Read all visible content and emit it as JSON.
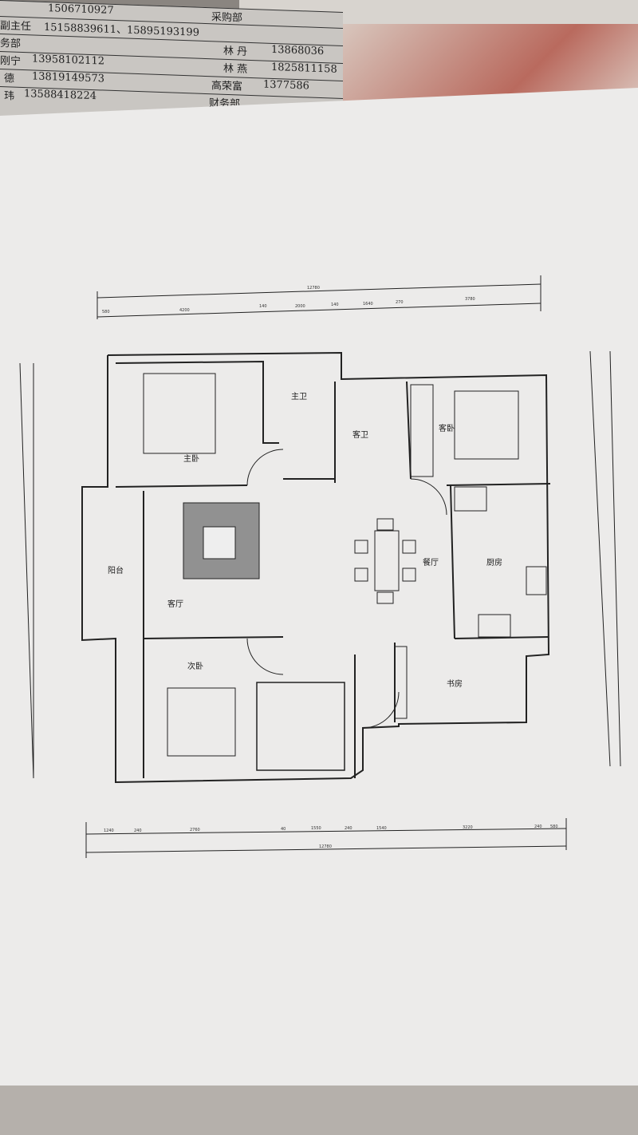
{
  "phone_list": {
    "rows": [
      {
        "name": "",
        "phone": "1506710927",
        "dept": "采购部",
        "name2": "",
        "phone2": ""
      },
      {
        "name": "副主任",
        "phone": "15158839611、15895193199",
        "dept": "",
        "name2": "",
        "phone2": ""
      },
      {
        "name": "务部",
        "phone": "",
        "dept": "",
        "name2": "林 丹",
        "phone2": "13868036"
      },
      {
        "name": "刚宁",
        "phone": "13958102112",
        "dept": "",
        "name2": "林 燕",
        "phone2": "1825811158"
      },
      {
        "name": "德",
        "phone": "13819149573",
        "dept": "",
        "name2": "高荣富",
        "phone2": "1377586"
      },
      {
        "name": "玮",
        "phone": "13588418224",
        "dept": "",
        "name2": "财务部",
        "phone2": ""
      }
    ]
  },
  "floorplan": {
    "top_total": "12780",
    "top_dims": [
      "580",
      "4200",
      "140",
      "2000",
      "140",
      "1640",
      "270",
      "3780"
    ],
    "bottom_total": "12780",
    "bottom_dims": [
      "1240",
      "240",
      "2760",
      "40",
      "1550",
      "240",
      "1540",
      "3220",
      "240",
      "580"
    ],
    "rooms": {
      "master_bedroom": "主卧",
      "master_bath": "主卫",
      "guest_bath": "客卫",
      "guest_bedroom": "客卧",
      "balcony": "阳台",
      "living_room": "客厅",
      "dining_room": "餐厅",
      "kitchen": "厨房",
      "second_bedroom": "次卧",
      "study": "书房"
    }
  }
}
